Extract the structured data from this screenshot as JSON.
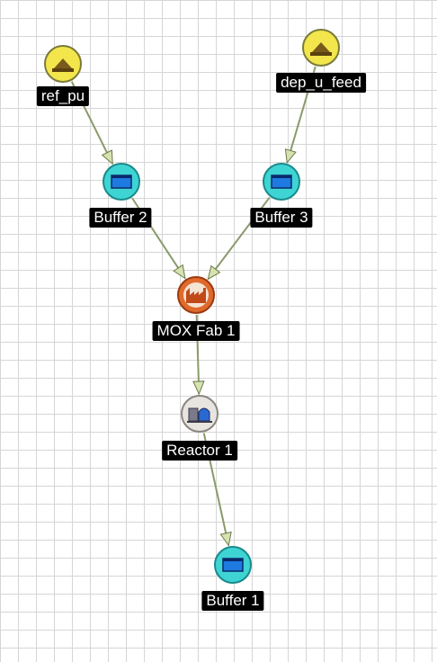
{
  "diagram": {
    "type": "fuel-cycle-flow",
    "nodes": [
      {
        "id": "ref_pu",
        "label": "ref_pu",
        "kind": "source",
        "icon": "source-icon"
      },
      {
        "id": "dep_u_feed",
        "label": "dep_u_feed",
        "kind": "source",
        "icon": "source-icon"
      },
      {
        "id": "buffer2",
        "label": "Buffer 2",
        "kind": "buffer",
        "icon": "buffer-icon"
      },
      {
        "id": "buffer3",
        "label": "Buffer 3",
        "kind": "buffer",
        "icon": "buffer-icon"
      },
      {
        "id": "mox_fab1",
        "label": "MOX Fab 1",
        "kind": "fabrication",
        "icon": "factory-icon"
      },
      {
        "id": "reactor1",
        "label": "Reactor 1",
        "kind": "reactor",
        "icon": "reactor-icon"
      },
      {
        "id": "buffer1",
        "label": "Buffer 1",
        "kind": "buffer",
        "icon": "buffer-icon"
      }
    ],
    "edges": [
      {
        "from": "ref_pu",
        "to": "buffer2"
      },
      {
        "from": "dep_u_feed",
        "to": "buffer3"
      },
      {
        "from": "buffer2",
        "to": "mox_fab1"
      },
      {
        "from": "buffer3",
        "to": "mox_fab1"
      },
      {
        "from": "mox_fab1",
        "to": "reactor1"
      },
      {
        "from": "reactor1",
        "to": "buffer1"
      }
    ],
    "colors": {
      "source_fill": "#f2e64c",
      "buffer_fill": "#3fd4d4",
      "fabrication_fill": "#e06a2c",
      "reactor_fill": "#e8e4e0",
      "edge": "#8a9a6a",
      "arrowhead": "#d6e2b0",
      "label_bg": "#000000",
      "label_text": "#ffffff"
    }
  }
}
